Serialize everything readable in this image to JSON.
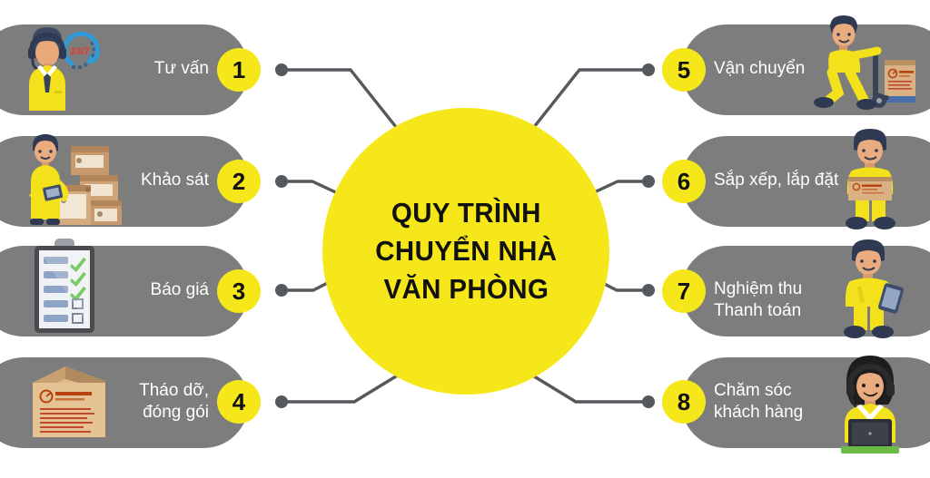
{
  "center": {
    "title": "QUY TRÌNH\nCHUYỂN NHÀ\nVĂN PHÒNG",
    "bg_color": "#f5e71a",
    "text_color": "#111111"
  },
  "theme": {
    "pill_color": "#7d7d7d",
    "badge_color": "#f5e71a",
    "badge_text_color": "#111111",
    "label_color": "#ffffff",
    "connector_color": "#55585c",
    "page_bg": "#ffffff"
  },
  "steps": {
    "left": [
      {
        "number": "1",
        "label": "Tư vấn",
        "icon": "headset-operator-247-icon"
      },
      {
        "number": "2",
        "label": "Khảo sát",
        "icon": "surveyor-with-boxes-icon"
      },
      {
        "number": "3",
        "label": "Báo giá",
        "icon": "clipboard-checklist-icon"
      },
      {
        "number": "4",
        "label": "Tháo dỡ,\nđóng gói",
        "icon": "cardboard-box-icon"
      }
    ],
    "right": [
      {
        "number": "5",
        "label": "Vận chuyển",
        "icon": "worker-hand-truck-icon"
      },
      {
        "number": "6",
        "label": "Sắp xếp, lắp đặt",
        "icon": "worker-carrying-box-icon"
      },
      {
        "number": "7",
        "label": "Nghiệm thu\nThanh toán",
        "icon": "worker-with-tablet-icon"
      },
      {
        "number": "8",
        "label": "Chăm sóc\nkhách hàng",
        "icon": "customer-support-laptop-icon"
      }
    ]
  }
}
